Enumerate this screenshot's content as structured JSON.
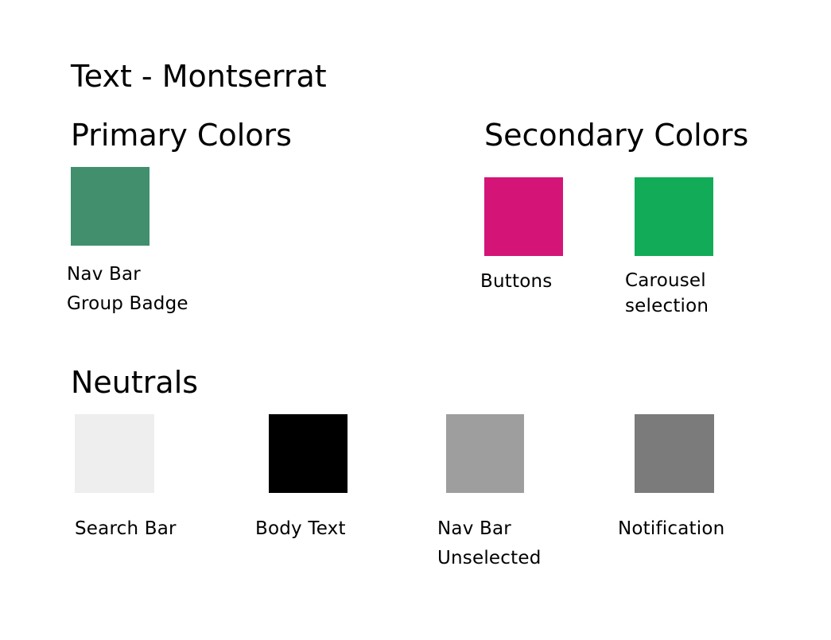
{
  "font_title": "Text - Montserrat",
  "primary": {
    "title": "Primary Colors",
    "swatches": [
      {
        "color": "#418F6D",
        "lines": [
          "Nav Bar",
          "Group Badge"
        ]
      }
    ]
  },
  "secondary": {
    "title": "Secondary Colors",
    "swatches": [
      {
        "color": "#D41577",
        "lines": [
          "Buttons"
        ]
      },
      {
        "color": "#12AB57",
        "lines": [
          "Carousel",
          "selection"
        ]
      }
    ]
  },
  "neutrals": {
    "title": "Neutrals",
    "swatches": [
      {
        "color": "#EEEEEE",
        "lines": [
          "Search Bar"
        ]
      },
      {
        "color": "#000000",
        "lines": [
          "Body Text"
        ]
      },
      {
        "color": "#9E9E9E",
        "lines": [
          "Nav Bar",
          "Unselected"
        ]
      },
      {
        "color": "#7B7B7B",
        "lines": [
          "Notification"
        ]
      }
    ]
  }
}
